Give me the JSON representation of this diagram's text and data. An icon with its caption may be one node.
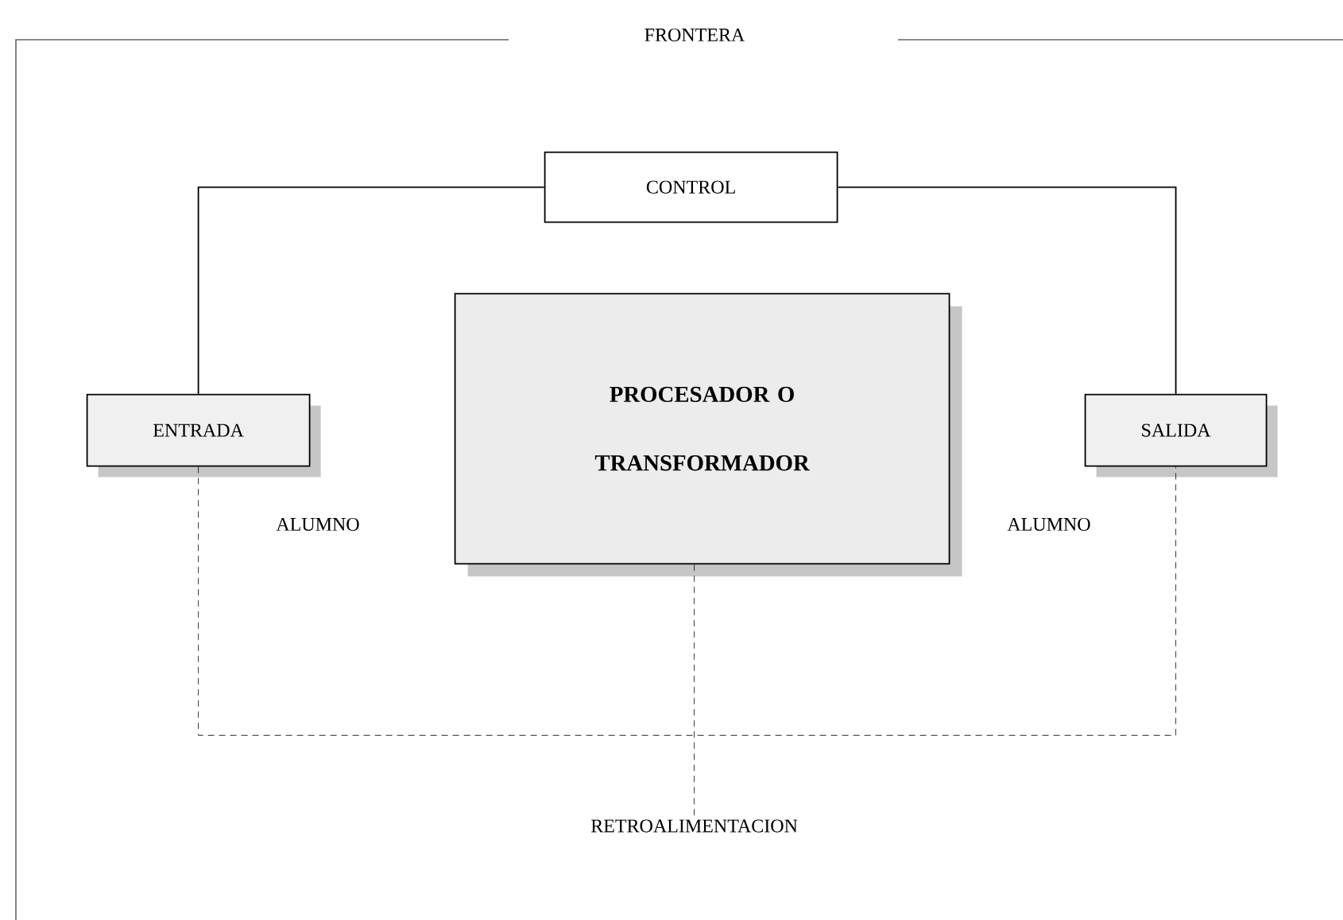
{
  "diagram": {
    "nodes": [
      {
        "text": [
          "FRONTERA"
        ]
      },
      {
        "text": [
          "CONTROL"
        ],
        "in": 0
      },
      {
        "text": [
          "ENTRADA"
        ],
        "in": 0
      },
      {
        "text": [
          "PROCESADOR O TRANSFORMADOR"
        ],
        "in": 0
      },
      {
        "text": [
          "SALIDA"
        ],
        "in": 0
      },
      {
        "text": [
          "RETROALIMENTACION"
        ],
        "in": 0
      }
    ],
    "edges": [
      {
        "from": 1,
        "to": 2,
        "arrow": "none"
      },
      {
        "from": 1,
        "to": 4,
        "arrow": "none"
      },
      {
        "from": 2,
        "to": 4,
        "arrow": "none",
        "style": "dashed"
      },
      {
        "from": 3,
        "to": 5,
        "arrow": "none",
        "style": "dashed"
      }
    ],
    "labels": [
      "ALUMNO",
      "ALUMNO"
    ]
  }
}
